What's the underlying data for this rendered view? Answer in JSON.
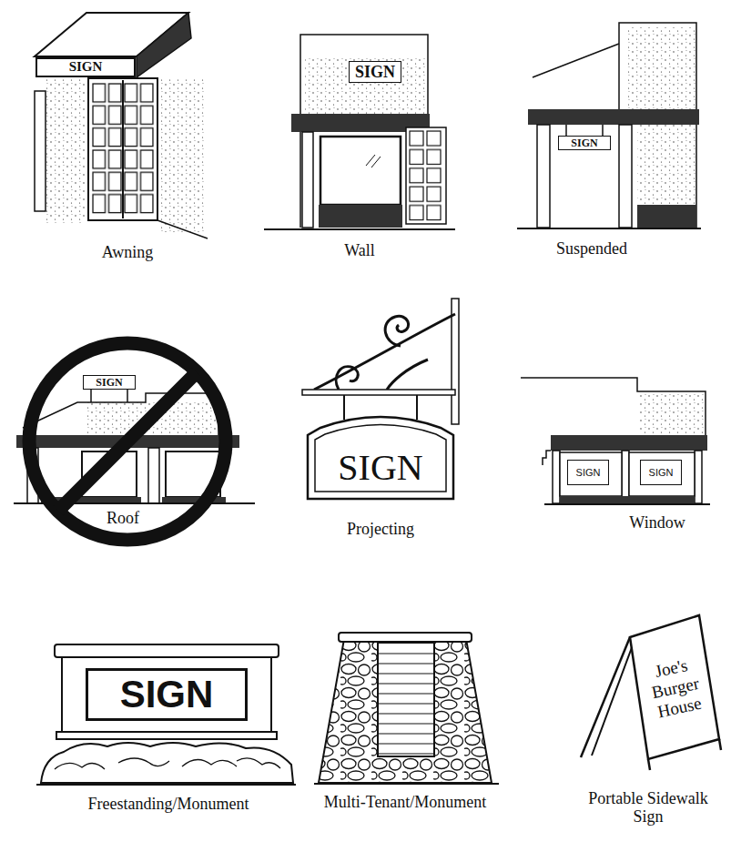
{
  "diagram": {
    "nodes": [
      {
        "text": [
          "SIGN"
        ]
      },
      {
        "text": [
          "SIGN"
        ]
      },
      {
        "text": [
          "SIGN"
        ]
      },
      {
        "text": [
          "SIGN"
        ]
      },
      {
        "text": [
          "SIGN"
        ]
      },
      {
        "text": [
          "SIGN"
        ]
      },
      {
        "text": [
          "SIGN"
        ]
      },
      {
        "text": [
          "SIGN"
        ]
      },
      {
        "text": [
          "Joe's Burger House"
        ]
      }
    ],
    "labels": [
      "Awning",
      "Wall",
      "Suspended",
      "Roof",
      "Projecting",
      "Window",
      "Freestanding/Monument",
      "Multi-Tenant/Monument",
      "Portable Sidewalk Sign"
    ]
  }
}
